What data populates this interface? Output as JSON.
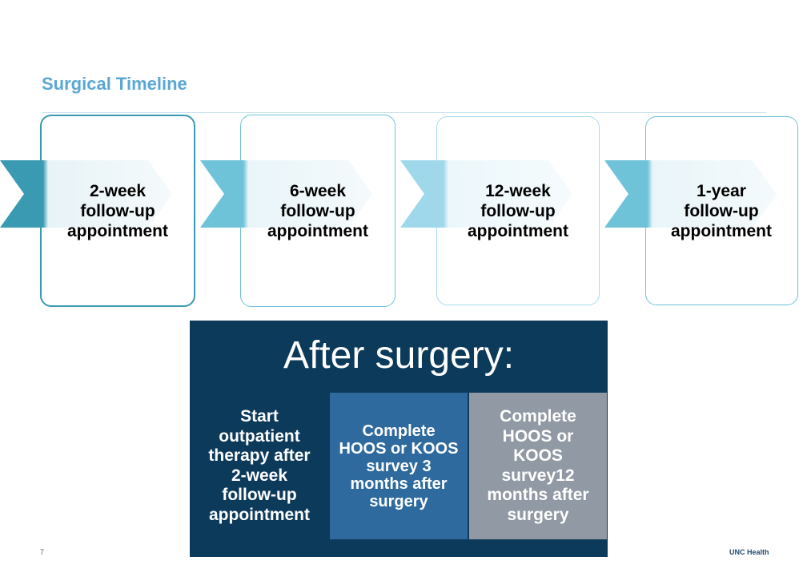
{
  "title": "Surgical Timeline",
  "timeline": [
    {
      "label": "2-week\nfollow-up\nappointment",
      "arrow_color": "#3a9ab1",
      "border_color": "#3a9ab1"
    },
    {
      "label": "6-week\nfollow-up\nappointment",
      "arrow_color": "#6ec3d9",
      "border_color": "#6ec3d9"
    },
    {
      "label": "12-week\nfollow-up\nappointment",
      "arrow_color": "#9fd8ea",
      "border_color": "#a7dcec"
    },
    {
      "label": "1-year\nfollow-up\nappointment",
      "arrow_color": "#6ec3d9",
      "border_color": "#6ec3d9"
    }
  ],
  "after": {
    "title": "After surgery:",
    "cells": [
      {
        "text": "Start\noutpatient\ntherapy after\n2-week\nfollow-up\nappointment"
      },
      {
        "text": "Complete\nHOOS or KOOS\nsurvey 3\nmonths after\nsurgery"
      },
      {
        "text": "Complete\nHOOS or\nKOOS\nsurvey12\nmonths after\nsurgery"
      }
    ]
  },
  "page_number": "7",
  "footer": "UNC Health"
}
